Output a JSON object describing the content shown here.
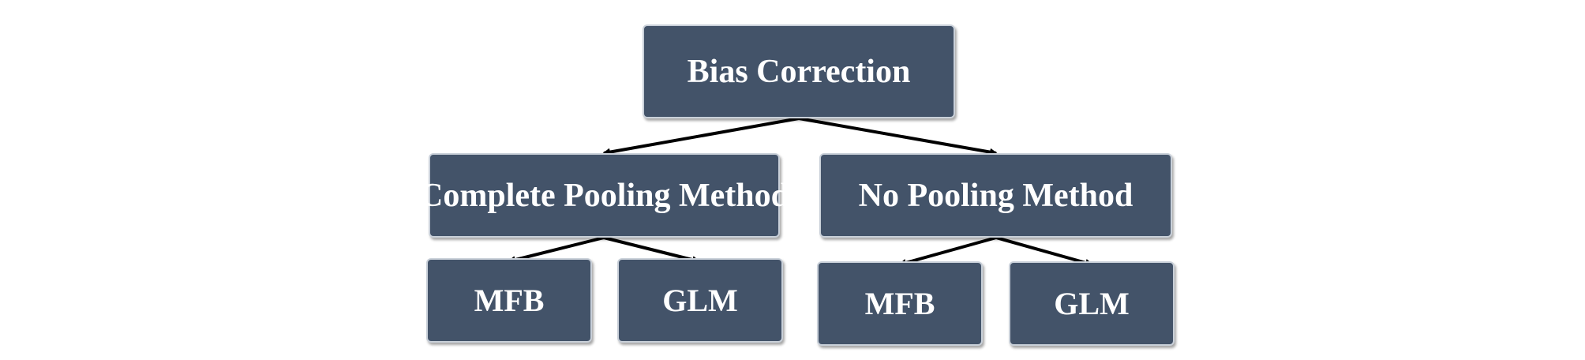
{
  "diagram": {
    "root": {
      "label": "Bias Correction"
    },
    "branches": [
      {
        "label": "Complete Pooling Method",
        "children": [
          {
            "label": "MFB"
          },
          {
            "label": "GLM"
          }
        ]
      },
      {
        "label": "No Pooling Method",
        "children": [
          {
            "label": "MFB"
          },
          {
            "label": "GLM"
          }
        ]
      }
    ],
    "colors": {
      "node_fill": "#435369",
      "node_text": "#ffffff",
      "connector": "#000000"
    }
  }
}
